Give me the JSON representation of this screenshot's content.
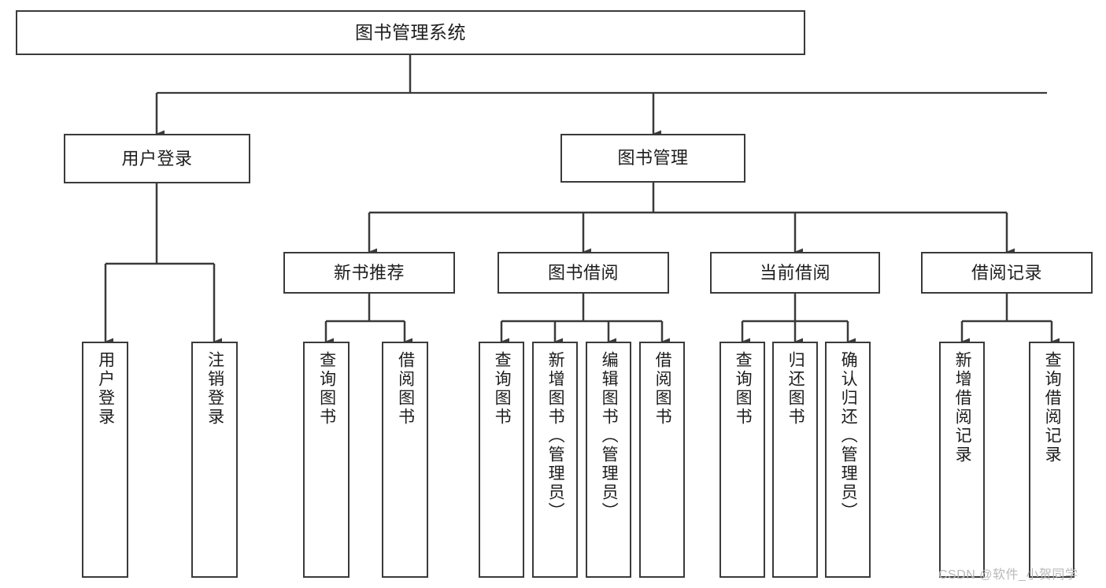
{
  "diagram": {
    "title": "图书管理系统",
    "type": "tree-hierarchy-chart",
    "colors": {
      "box_border": "#3a3a3a",
      "box_fill": "#ffffff",
      "connector": "#3a3a3a",
      "text": "#1d1d1d",
      "watermark": "#b9b9b9",
      "background": "#ffffff"
    },
    "root": {
      "label": "图书管理系统"
    },
    "level2": [
      {
        "label": "用户登录"
      },
      {
        "label": "图书管理"
      }
    ],
    "level3": [
      {
        "label": "新书推荐"
      },
      {
        "label": "图书借阅"
      },
      {
        "label": "当前借阅"
      },
      {
        "label": "借阅记录"
      }
    ],
    "leaves": {
      "user_login": [
        {
          "label": "用户登录"
        },
        {
          "label": "注销登录"
        }
      ],
      "new_book_recommend": [
        {
          "label": "查询图书"
        },
        {
          "label": "借阅图书"
        }
      ],
      "book_borrow": [
        {
          "label": "查询图书"
        },
        {
          "label": "新增图书（管理员）"
        },
        {
          "label": "编辑图书（管理员）"
        },
        {
          "label": "借阅图书"
        }
      ],
      "current_borrow": [
        {
          "label": "查询图书"
        },
        {
          "label": "归还图书"
        },
        {
          "label": "确认归还（管理员）"
        }
      ],
      "borrow_records": [
        {
          "label": "新增借阅记录"
        },
        {
          "label": "查询借阅记录"
        }
      ]
    },
    "watermark": "CSDN @软件_小贺同学"
  }
}
